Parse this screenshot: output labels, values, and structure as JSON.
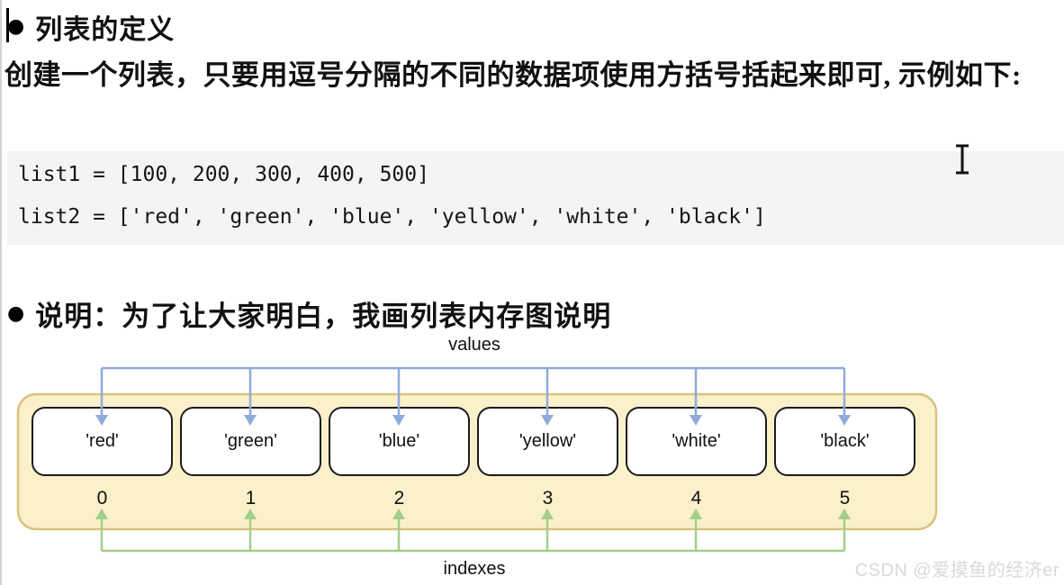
{
  "page": {
    "heading_bullet": "●",
    "heading": "列表的定义",
    "intro": "创建一个列表，只要用逗号分隔的不同的数据项使用方括号括起来即可, 示例如下:",
    "note_bullet": "●",
    "note": "说明：为了让大家明白，我画列表内存图说明"
  },
  "code": {
    "line1": "list1 = [100, 200, 300, 400, 500]",
    "line2": "list2 = ['red', 'green', 'blue', 'yellow', 'white', 'black']"
  },
  "diagram": {
    "values_label": "values",
    "indexes_label": "indexes",
    "values": [
      "'red'",
      "'green'",
      "'blue'",
      "'yellow'",
      "'white'",
      "'black'"
    ],
    "indexes": [
      "0",
      "1",
      "2",
      "3",
      "4",
      "5"
    ],
    "colors": {
      "container_fill": "#FAF0CA",
      "container_border": "#D9C27C",
      "value_arrow_blue": "#8EABDC",
      "index_arrow_green": "#A3CE8C",
      "box_border": "#1c1c1c"
    }
  },
  "watermark": "CSDN @爱摸鱼的经济er"
}
